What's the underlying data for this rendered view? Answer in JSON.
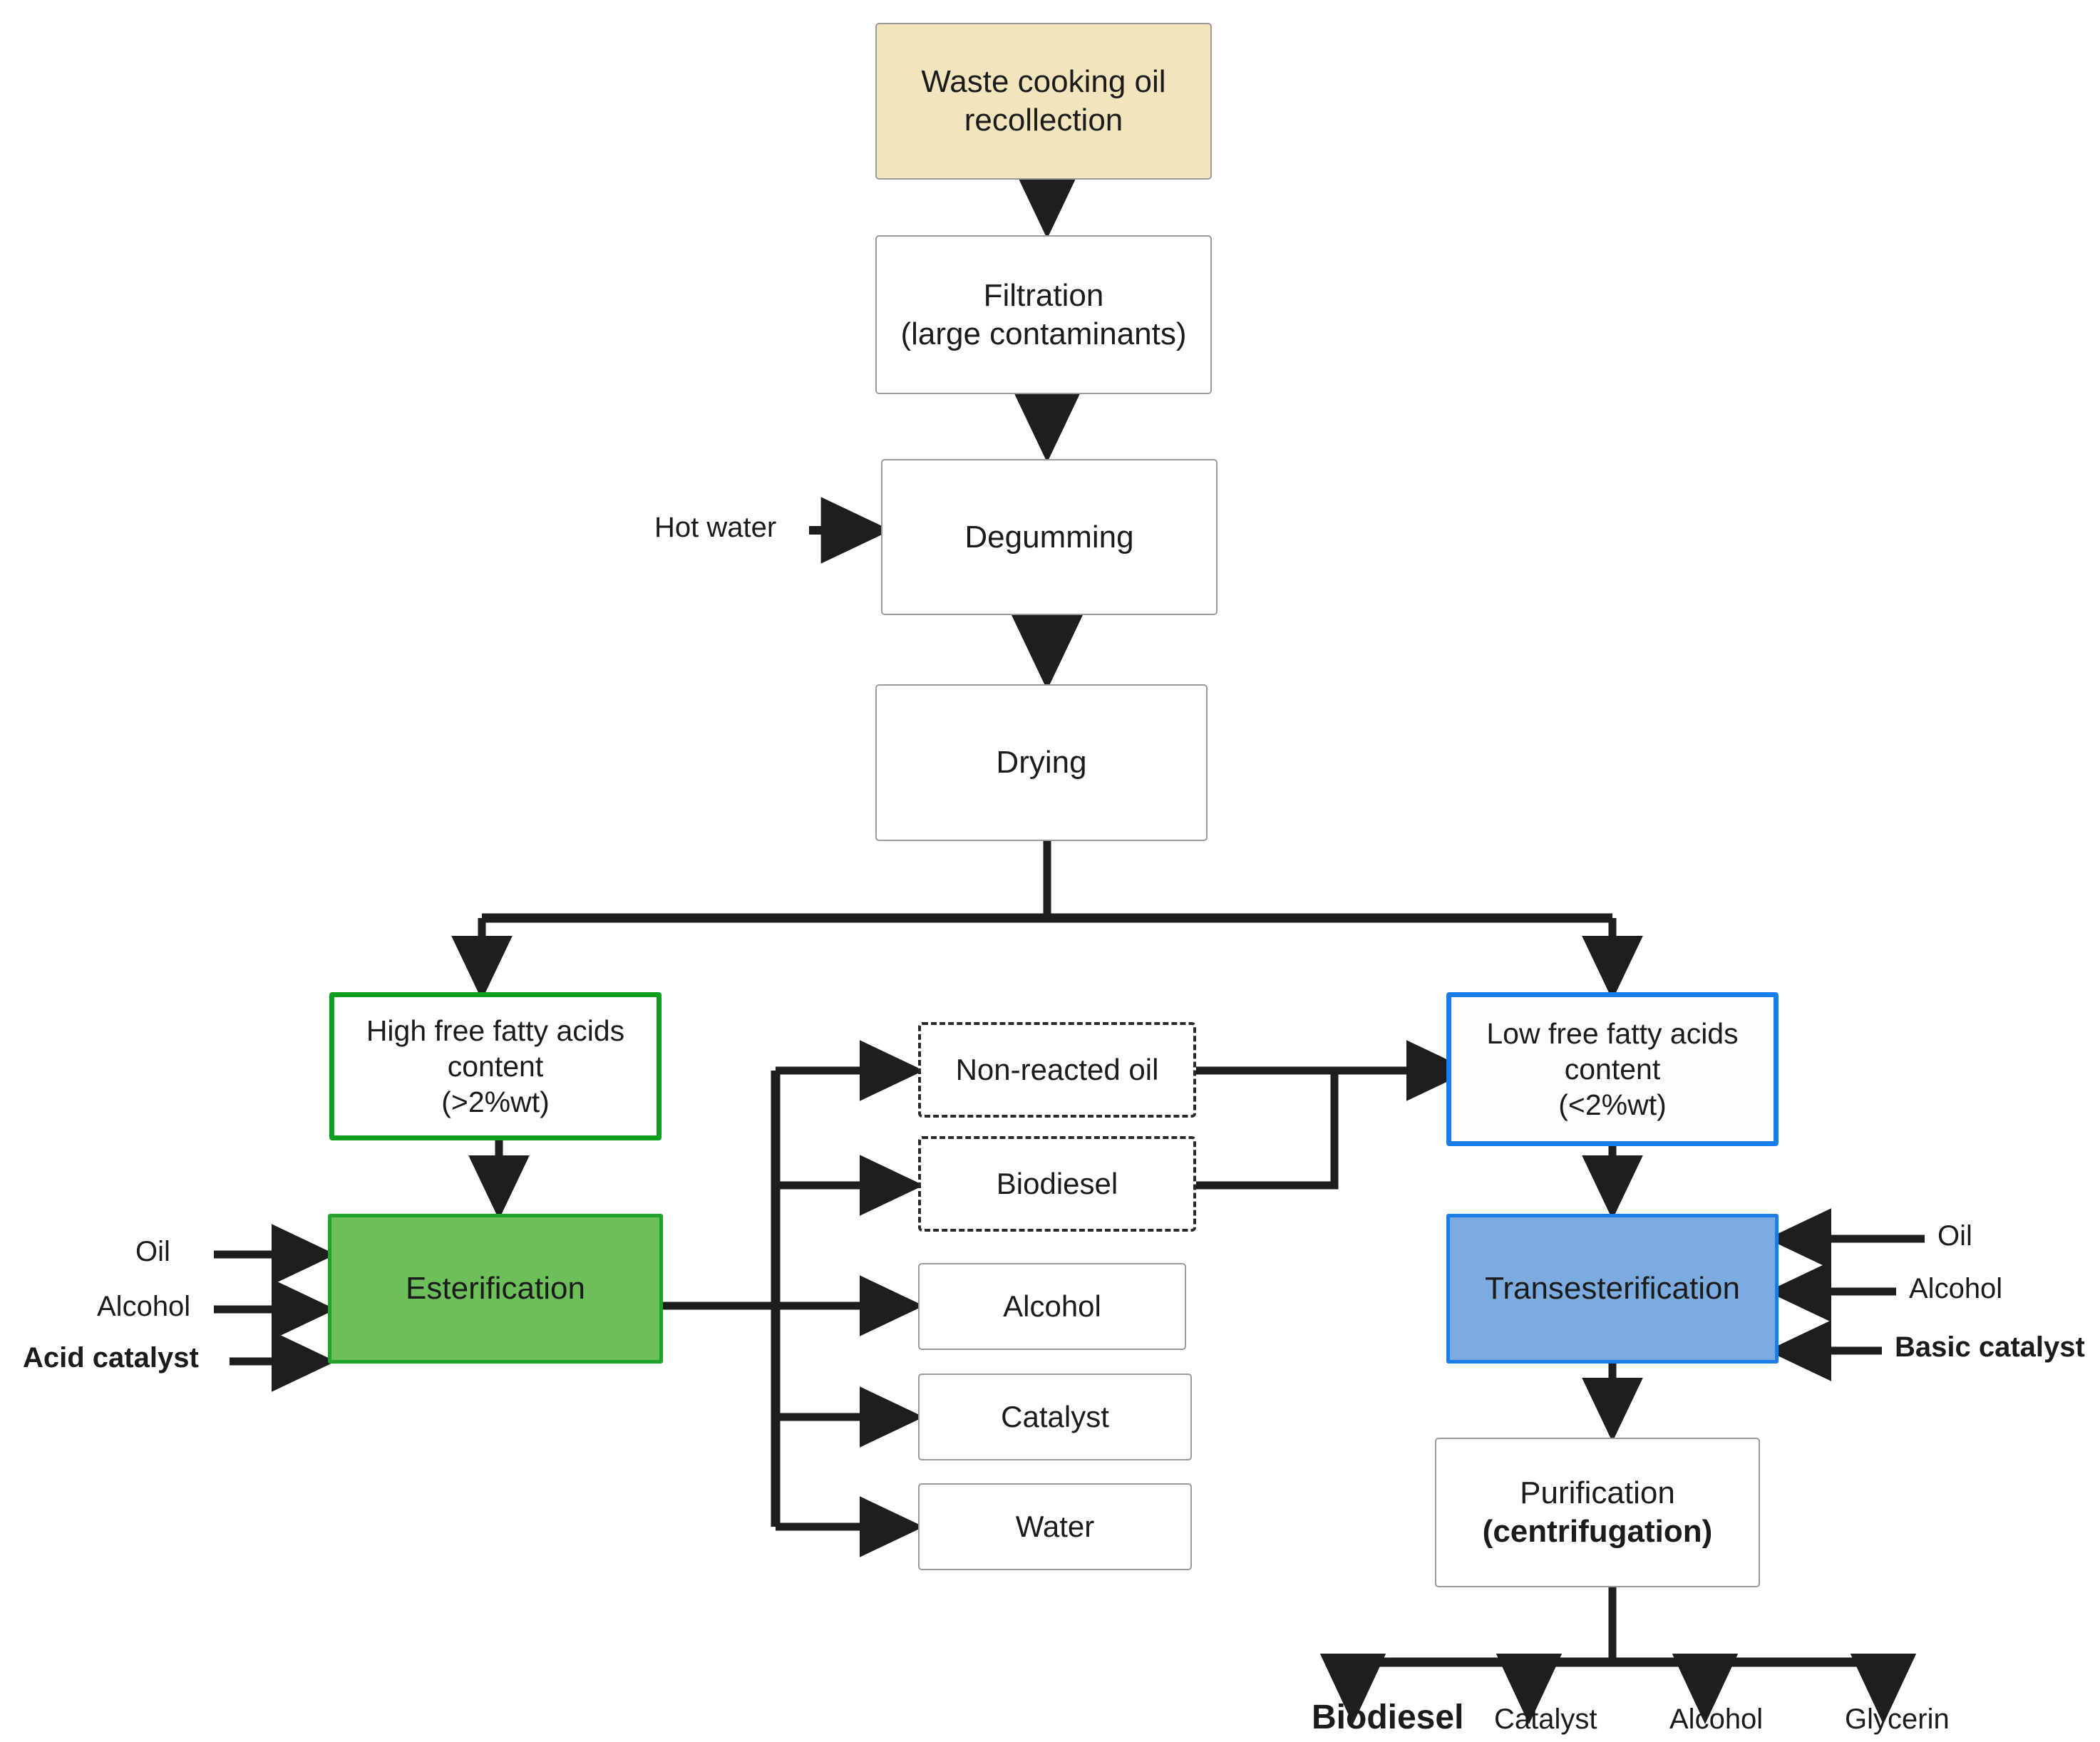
{
  "diagram": {
    "title": "Biodiesel production from waste cooking oil process flow diagram",
    "colors": {
      "tan_fill": "#f2e4bd",
      "green_border": "#0aa01e",
      "green_fill": "#6cbf59",
      "blue_border": "#1a7ee8",
      "blue_fill": "#7cacdf",
      "box_border": "#9a9a9a",
      "arrow": "#1e1e1e",
      "text": "#1b1b1b"
    },
    "nodes": {
      "waste_oil": {
        "line1": "Waste cooking oil",
        "line2": "recollection"
      },
      "filtration": {
        "line1": "Filtration",
        "line2": "(large contaminants)"
      },
      "degumming": {
        "line1": "Degumming"
      },
      "drying": {
        "line1": "Drying"
      },
      "high_ffa": {
        "line1": "High free fatty acids",
        "line2": "content",
        "line3": "(>2%wt)"
      },
      "low_ffa": {
        "line1": "Low free fatty acids",
        "line2": "content",
        "line3": "(<2%wt)"
      },
      "esterification": {
        "line1": "Esterification"
      },
      "transesterification": {
        "line1": "Transesterification"
      },
      "non_reacted_oil": {
        "line1": "Non-reacted oil"
      },
      "biodiesel_mid": {
        "line1": "Biodiesel"
      },
      "alcohol_mid": {
        "line1": "Alcohol"
      },
      "catalyst_mid": {
        "line1": "Catalyst"
      },
      "water_mid": {
        "line1": "Water"
      },
      "purification": {
        "line1": "Purification",
        "line2": "(centrifugation)"
      }
    },
    "stream_labels": {
      "hot_water": "Hot water",
      "left_oil": "Oil",
      "left_alcohol": "Alcohol",
      "left_acid_catalyst": "Acid catalyst",
      "right_oil": "Oil",
      "right_alcohol": "Alcohol",
      "right_basic_catalyst": "Basic catalyst"
    },
    "outputs": [
      {
        "label": "Biodiesel",
        "bold": true
      },
      {
        "label": "Catalyst",
        "bold": false
      },
      {
        "label": "Alcohol",
        "bold": false
      },
      {
        "label": "Glycerin",
        "bold": false
      }
    ]
  }
}
